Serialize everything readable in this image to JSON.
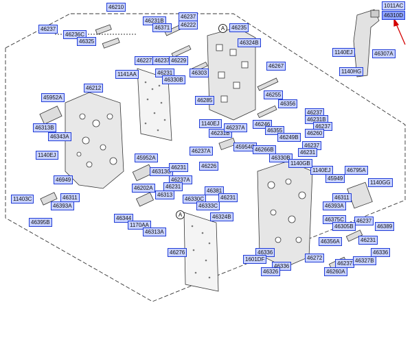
{
  "circle_marker": "A",
  "labels": {
    "top": "46210",
    "l1": "46237",
    "l2": "46236C",
    "l3": "46325",
    "l4": "46231B",
    "l5": "46237",
    "l6": "46371",
    "l7": "46222",
    "l8": "46235",
    "l9": "46324B",
    "l10": "46227",
    "l11": "46237",
    "l12": "46229",
    "l13": "46231",
    "l14": "46303",
    "l15": "46330B",
    "l16": "1141AA",
    "l17": "46267",
    "l18": "45952A",
    "l19": "46212",
    "l20": "46313B",
    "l21": "46343A",
    "l22": "1140EJ",
    "l23": "46949",
    "l24": "46285",
    "l25": "46255",
    "l26": "46356",
    "l27": "46237",
    "l28": "46231B",
    "l29": "46237",
    "l30": "46260",
    "l31": "46246",
    "l32": "46355",
    "l33": "46249B",
    "l34": "1140EJ",
    "l35": "46231B",
    "l36": "46237A",
    "l37": "46237A",
    "l38": "46226",
    "l39": "45954C",
    "l40": "46266B",
    "l41": "46237",
    "l42": "46231",
    "l43": "46330B",
    "l44": "1140EJ",
    "l45": "1140GB",
    "l46": "46795A",
    "l47": "45952A",
    "l48": "46313C",
    "l49": "46231",
    "l50": "46237A",
    "l51": "46231",
    "l52": "46202A",
    "l53": "46313",
    "l54": "46381",
    "l55": "46231",
    "l56": "45949",
    "l57": "11403C",
    "l58": "1140GG",
    "l59": "46311",
    "l60": "46393A",
    "l61": "46311",
    "l62": "46393A",
    "l63": "46395B",
    "l64": "46344",
    "l65": "1170AA",
    "l66": "46313A",
    "l67": "46330C",
    "l68": "46333C",
    "l69": "46324B",
    "l70": "46237",
    "l71": "46375C",
    "l72": "46305B",
    "l73": "46389",
    "l74": "46276",
    "l75": "46356A",
    "l76": "46231",
    "l77": "46336",
    "l78": "46272",
    "l79": "46336",
    "l80": "46237",
    "l81": "46327B",
    "l82": "1601DF",
    "l83": "46336",
    "l84": "46326",
    "l85": "46260A",
    "r1": "1011AC",
    "r2": "46310D",
    "r3": "1140EJ",
    "r4": "46307A",
    "r5": "1140HG"
  }
}
